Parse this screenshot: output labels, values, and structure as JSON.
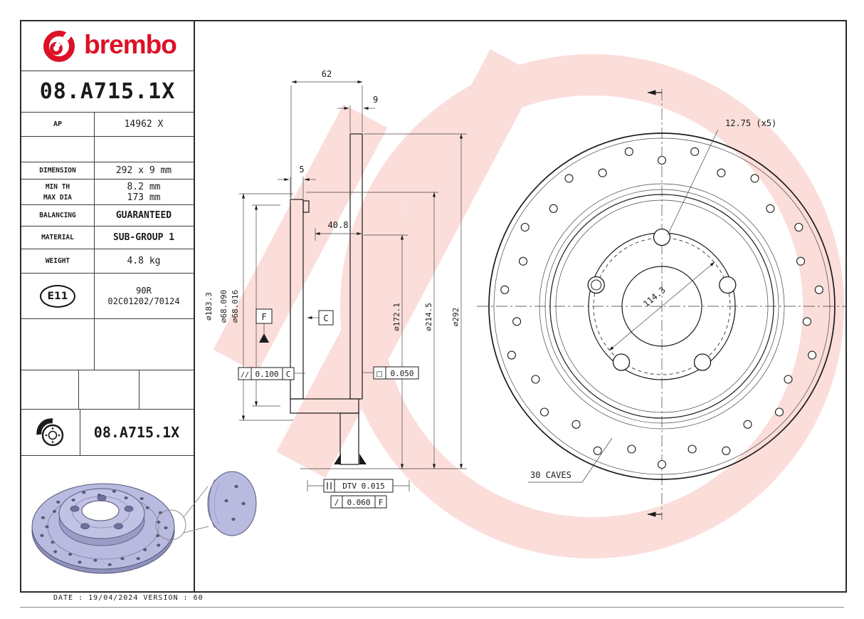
{
  "header": {
    "brand": "brembo",
    "part_number": "08.A715.1X"
  },
  "reference": {
    "label": "AP",
    "value": "14962 X"
  },
  "specs": {
    "dimension": {
      "label": "DIMENSION",
      "value": "292 x 9 mm"
    },
    "min_th": {
      "label": "MIN TH",
      "value": "8.2 mm"
    },
    "max_dia": {
      "label": "MAX DIA",
      "value": "173 mm"
    },
    "balancing": {
      "label": "BALANCING",
      "value": "GUARANTEED"
    },
    "material": {
      "label": "MATERIAL",
      "value": "SUB-GROUP 1"
    },
    "weight": {
      "label": "WEIGHT",
      "value": "4.8 kg"
    }
  },
  "homologation": {
    "badge": "E11",
    "code_line1": "90R",
    "code_line2": "02C01202/70124"
  },
  "footer_block": {
    "part_number": "08.A715.1X"
  },
  "section_view": {
    "dims": {
      "overall_width": "62",
      "disc_thickness": "9",
      "wall": "5",
      "inner_width": "40.8",
      "dia_hat": "⌀183.3",
      "dia_bore_max": "⌀68.090",
      "dia_bore_min": "⌀68.016",
      "dia_inner": "⌀172.1",
      "dia_mid": "⌀214.5",
      "dia_outer": "⌀292"
    },
    "datums": {
      "f": "F",
      "c": "C"
    },
    "tolerances": {
      "parallel_sym": "//",
      "parallel": "0.100",
      "parallel_ref": "C",
      "flat_sym": "□",
      "flat": "0.050",
      "dtv": "DTV 0.015",
      "runout_sym": "/",
      "runout": "0.060",
      "runout_ref": "F"
    }
  },
  "front_view": {
    "holes_label": "12.75 (x5)",
    "caves_label": "30 CAVES",
    "pcd": "114.3"
  },
  "footer": {
    "date_line": "DATE : 19/04/2024 VERSION : 60"
  },
  "colors": {
    "brand_red": "#DD1126",
    "watermark_pink": "#FBDEDA",
    "line": "#1B1B1B",
    "render_lavender": "#B9BADF"
  }
}
